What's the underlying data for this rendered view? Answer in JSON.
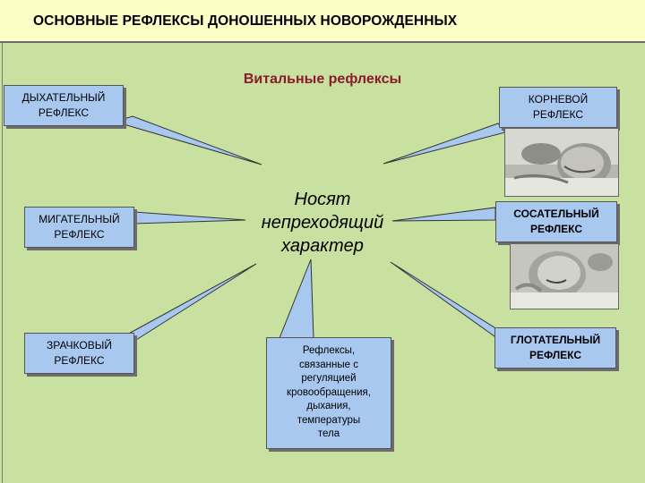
{
  "title": "ОСНОВНЫЕ РЕФЛЕКСЫ ДОНОШЕННЫХ НОВОРОЖДЕННЫХ",
  "subtitle": "Витальные рефлексы",
  "center_label": "Носят\nнепреходящий\nхарактер",
  "left_boxes": [
    {
      "label": "ДЫХАТЕЛЬНЫЙ\nРЕФЛЕКС"
    },
    {
      "label": "МИГАТЕЛЬНЫЙ\nРЕФЛЕКС"
    },
    {
      "label": "ЗРАЧКОВЫЙ\nРЕФЛЕКС"
    }
  ],
  "right_boxes": [
    {
      "label": "КОРНЕВОЙ\nРЕФЛЕКС"
    },
    {
      "label": "СОСАТЕЛЬНЫЙ\nРЕФЛЕКС"
    },
    {
      "label": "ГЛОТАТЕЛЬНЫЙ\nРЕФЛЕКС"
    }
  ],
  "bottom_box": {
    "label": "Рефлексы,\nсвязанные с\nрегуляцией\nкровообращения,\nдыхания,\nтемпературы\nтела"
  },
  "colors": {
    "background": "#c8e0a0",
    "title_bar": "#fdfdc8",
    "box_fill": "#a8c8f0",
    "subtitle": "#8b1a2c"
  }
}
